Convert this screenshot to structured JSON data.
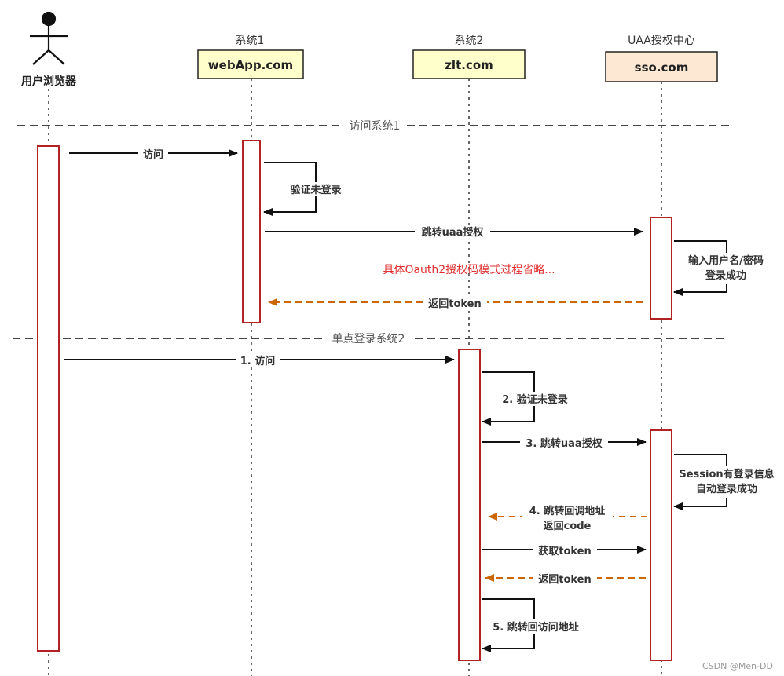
{
  "actor": {
    "label": "用户浏览器"
  },
  "participants": [
    {
      "caption": "系统1",
      "name": "webApp.com"
    },
    {
      "caption": "系统2",
      "name": "zlt.com"
    },
    {
      "caption": "UAA授权中心",
      "name": "sso.com"
    }
  ],
  "sections": [
    "访问系统1",
    "单点登录系统2"
  ],
  "messages": {
    "m1": "访问",
    "m2": "验证未登录",
    "m3": "跳转uaa授权",
    "m4a": "输入用户名/密码",
    "m4b": "登录成功",
    "m5": "返回token",
    "n1": "1. 访问",
    "n2": "2. 验证未登录",
    "n3": "3. 跳转uaa授权",
    "n4a": "Session有登录信息",
    "n4b": "自动登录成功",
    "n5a": "4. 跳转回调地址",
    "n5b": "返回code",
    "n6": "获取token",
    "n7": "返回token",
    "n8": "5. 跳转回访问地址"
  },
  "note": "具体Oauth2授权码模式过程省略...",
  "watermark": "CSDN @Men-DD",
  "colors": {
    "participant_box_fill": "#ffffcc",
    "uaa_box_fill": "#fde8d4",
    "activation_border": "#b22222",
    "return_arrow": "#cc6600",
    "note_text": "#e03030"
  }
}
